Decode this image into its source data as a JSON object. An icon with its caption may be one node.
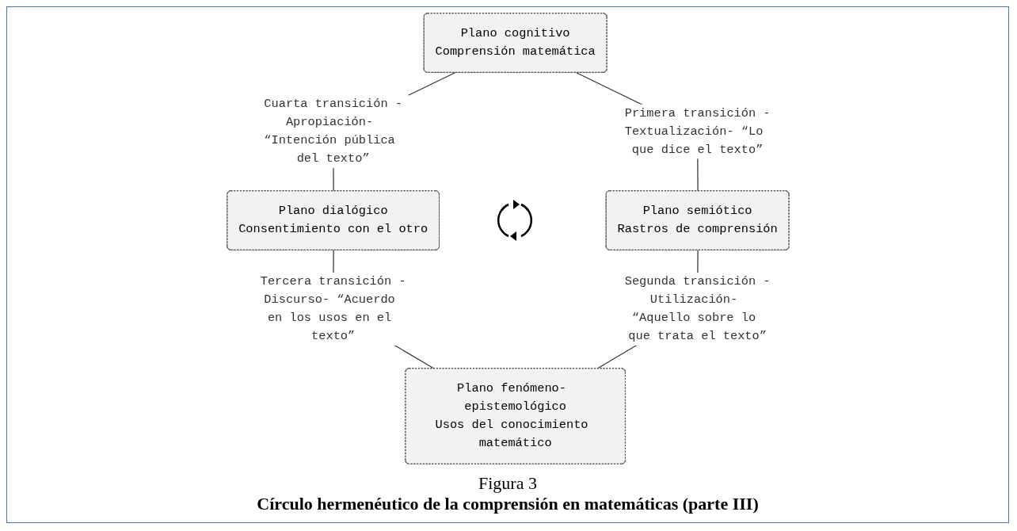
{
  "diagram": {
    "caption": "Círculo hermenéutico de la comprensión en matemáticas (parte III)",
    "nodes": [
      {
        "text": [
          "Plano cognitivo",
          "Comprensión matemática"
        ]
      },
      {
        "text": [
          "Plano dialógico",
          "Consentimiento con el otro"
        ]
      },
      {
        "text": [
          "Plano semiótico",
          "Rastros de comprensión"
        ]
      },
      {
        "text": [
          "Plano fenómeno- epistemológico",
          "Usos del conocimiento matemático"
        ]
      }
    ],
    "edges": [
      {
        "from": 1,
        "to": 0,
        "arrow": "none",
        "label": "Cuarta transición -Apropiación- “Intención pública del texto”"
      },
      {
        "from": 0,
        "to": 2,
        "arrow": "none",
        "label": "Primera transición -Textualización- “Lo que dice el texto”"
      },
      {
        "from": 3,
        "to": 1,
        "arrow": "none",
        "label": "Tercera transición -Discurso- “Acuerdo en los usos en el texto”"
      },
      {
        "from": 2,
        "to": 3,
        "arrow": "none",
        "label": "Segunda transición -Utilización- “Aquello sobre lo que trata el texto”"
      }
    ],
    "labels": [
      "Figura 3"
    ]
  }
}
